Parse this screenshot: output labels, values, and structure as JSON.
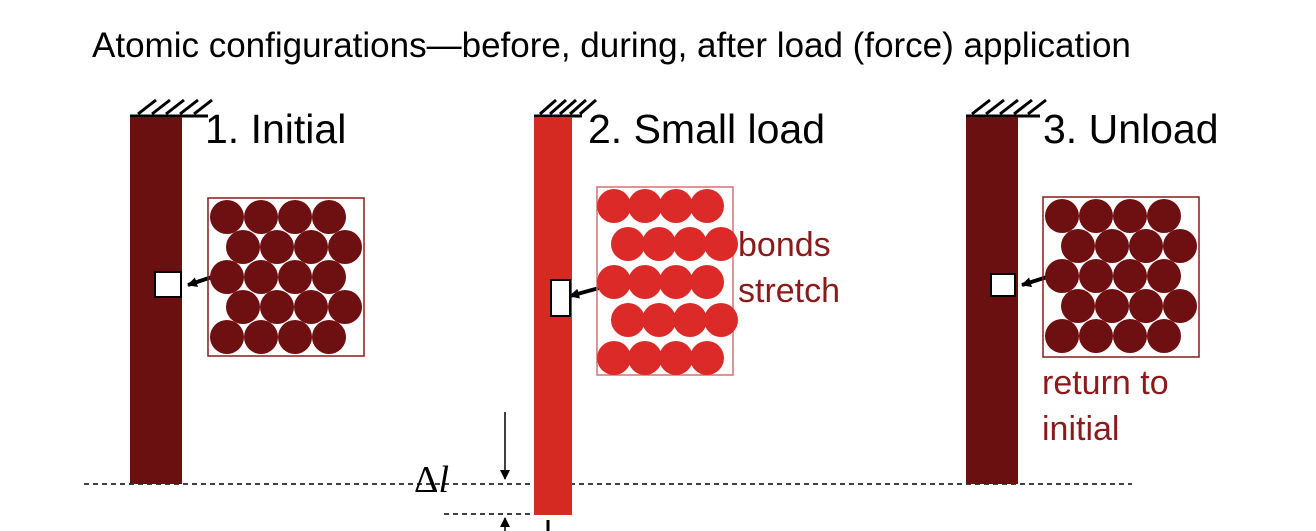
{
  "title": "Atomic configurations—before, during, after load (force) application",
  "panels": [
    {
      "label": "1. Initial",
      "note": []
    },
    {
      "label": "2. Small load",
      "note": [
        "bonds",
        "stretch"
      ]
    },
    {
      "label": "3. Unload",
      "note": [
        "return to",
        "initial"
      ]
    }
  ],
  "delta_symbol": "Δ",
  "delta_var": "l",
  "colors": {
    "bar_dark": "#6b1010",
    "bar_loaded": "#d42a22",
    "atom_dark": "#6e0f12",
    "atom_loaded": "#dc2a28",
    "note_text": "#8b1a1a"
  }
}
